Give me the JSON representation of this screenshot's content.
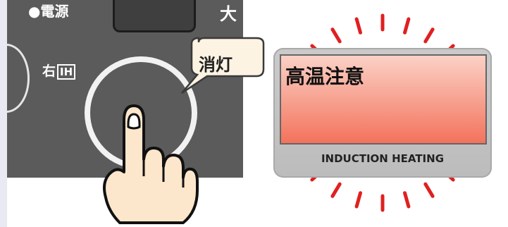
{
  "panel": {
    "power_label": "●電源",
    "dai_label": "大",
    "right_ih_prefix": "右",
    "right_ih_box": "IH"
  },
  "callout": {
    "text": "消灯"
  },
  "display": {
    "alert_text": "高温注意",
    "brand_text": "INDUCTION HEATING",
    "screen_color_top": "#fbd1c6",
    "screen_color_bottom": "#f3735c"
  },
  "colors": {
    "panel": "#5b5b5b",
    "ray": "#e02020",
    "hand_fill": "#fde7cc",
    "hand_stroke": "#111111"
  },
  "icons": {
    "finger_press": "pointing-hand-icon",
    "heat_rays": "warning-rays-icon"
  }
}
